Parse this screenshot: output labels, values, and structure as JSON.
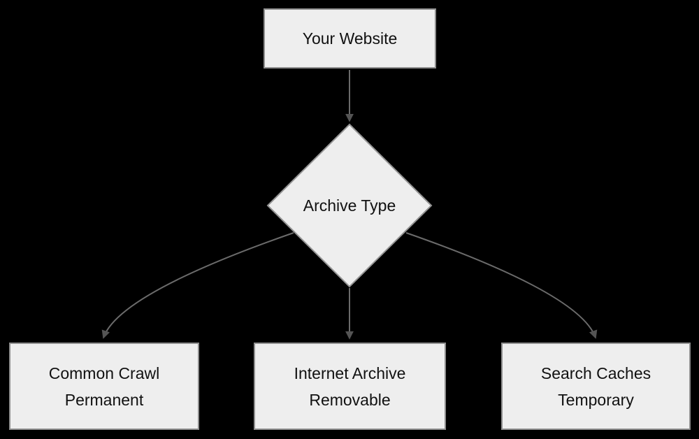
{
  "diagram": {
    "colors": {
      "background": "#000000",
      "node_fill": "#eeeeee",
      "node_border": "#8f8f8f",
      "diamond_border": "#949494",
      "edge_stroke": "#6b6b6b",
      "arrowhead_fill": "#545454",
      "text": "#111111"
    },
    "nodes": {
      "website": {
        "label": "Your Website"
      },
      "decision": {
        "label": "Archive Type"
      },
      "common_crawl": {
        "line1": "Common Crawl",
        "line2": "Permanent"
      },
      "internet_archive": {
        "line1": "Internet Archive",
        "line2": "Removable"
      },
      "search_caches": {
        "line1": "Search Caches",
        "line2": "Temporary"
      }
    }
  }
}
